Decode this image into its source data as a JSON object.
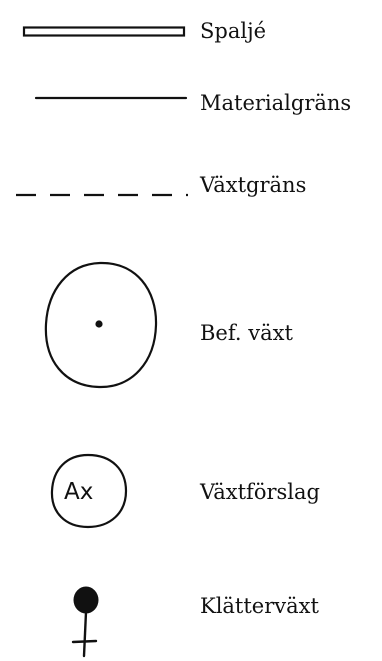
{
  "legend": {
    "items": [
      {
        "symbol": "trellis-symbol",
        "label": "Spaljé"
      },
      {
        "symbol": "material-boundary-line",
        "label": "Materialgräns"
      },
      {
        "symbol": "plant-boundary-dashed-line",
        "label": "Växtgräns"
      },
      {
        "symbol": "existing-plant-circle",
        "label": "Bef. växt"
      },
      {
        "symbol": "proposed-plant-circle",
        "label": "Växtförslag",
        "symbol_text": "Ax"
      },
      {
        "symbol": "climbing-plant-symbol",
        "label": "Klätterväxt"
      }
    ]
  },
  "colors": {
    "ink": "#111111",
    "background": "#ffffff"
  }
}
